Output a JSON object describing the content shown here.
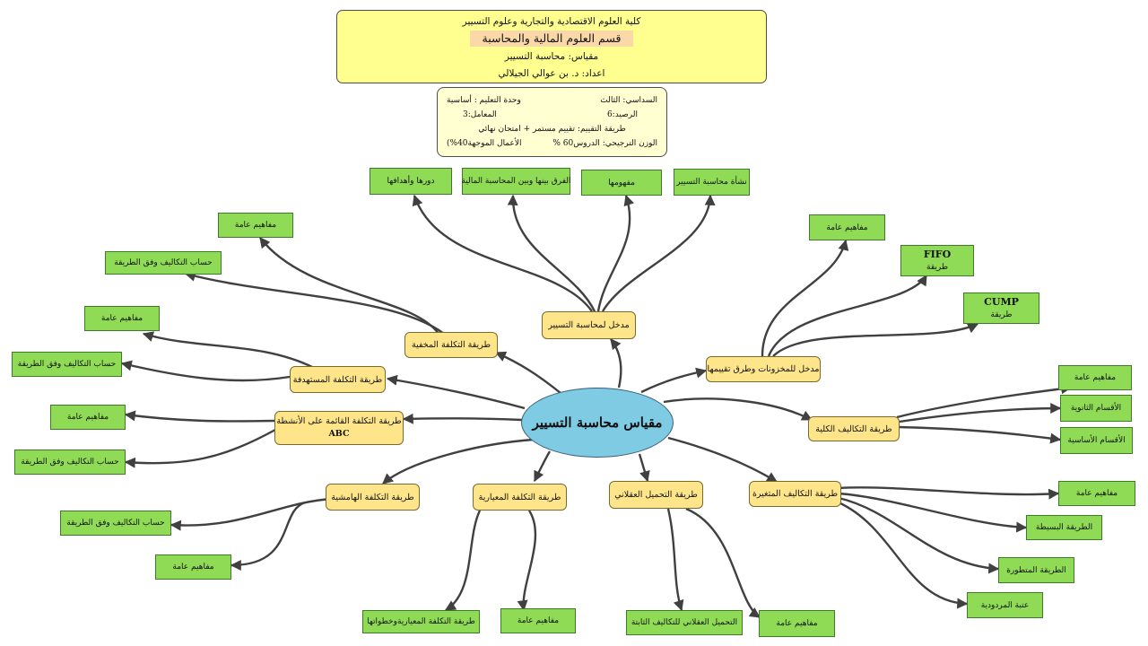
{
  "header": {
    "faculty": "كلية العلوم الاقتصادية والتجارية وعلوم التسيير",
    "department": "قسم العلوم المالية والمحاسبة",
    "module": "مقياس: محاسبة التسيير",
    "author": "اعداد: د. بن عوالي الجيلالي"
  },
  "info": {
    "semester": "السداسي: الثالث",
    "unit": "وحدة التعليم : أساسية",
    "credit": "الرصيد:6",
    "coef": "المعامل:3",
    "evaluation": "طريقة التقييم: تقييم مستمر + امتحان نهائي",
    "weight_courses": "الوزن الترجيحي: الدروس60 %",
    "weight_tutorials": "الأعمال الموجهة40%)"
  },
  "center": "مقياس محاسبة التسيير",
  "nodes": {
    "intro": "مدخل لمحاسبة التسيير",
    "inventory": "مدخل للمخزونات وطرق تقييمها",
    "full_cost": "طريقة التكاليف الكلية",
    "variable_cost": "طريقة التكاليف المتغيرة",
    "rational": "طريقة التحميل العقلاني",
    "standard": "طريقة التكلفة المعيارية",
    "marginal": "طريقة التكلفة الهامشية",
    "abc_line1": "طريقة التكلفة القائمة على الأنشطة",
    "abc_line2": "ABC",
    "target": "طريقة التكلفة المستهدفة",
    "hidden": "طريقة التكلفة المخفية"
  },
  "leaves": {
    "intro_role": "دورها وأهدافها",
    "intro_diff": "الفرق بينها وبين المحاسبة المالية",
    "intro_concept": "مفهومها",
    "intro_origin": "نشأة محاسبة التسيير",
    "inv_general": "مفاهيم عامة",
    "fifo_title": "FIFO",
    "fifo_sub": "طريقة",
    "cump_title": "CUMP",
    "cump_sub": "طريقة",
    "full_general": "مفاهيم عامة",
    "full_secondary": "الأقسام الثانوية",
    "full_main": "الأقسام الأساسية",
    "var_general": "مفاهيم عامة",
    "var_simple": "الطريقة البسيطة",
    "var_advanced": "الطريقة المتطورة",
    "var_threshold": "عتبة المردودية",
    "rat_general": "مفاهيم عامة",
    "rat_fixed": "التحميل العقلاني للتكاليف الثابتة",
    "std_general": "مفاهيم عامة",
    "std_steps": "طريقة التكلفة المعياريةوخطواتها",
    "marg_calc": "حساب التكاليف وفق  الطريقة",
    "marg_general": "مفاهيم عامة",
    "abc_general": "مفاهيم عامة",
    "abc_calc": "حساب التكاليف وفق  الطريقة",
    "target_general": "مفاهيم عامة",
    "target_calc": "حساب التكاليف وفق  الطريقة",
    "hidden_general": "مفاهيم عامة",
    "hidden_calc": "حساب التكاليف وفق  الطريقة"
  },
  "colors": {
    "header_bg": "#ffff8f",
    "center_bg": "#7ecbe3",
    "node_bg": "#ffe58a",
    "leaf_bg": "#8fdb55",
    "connector": "#404040"
  }
}
